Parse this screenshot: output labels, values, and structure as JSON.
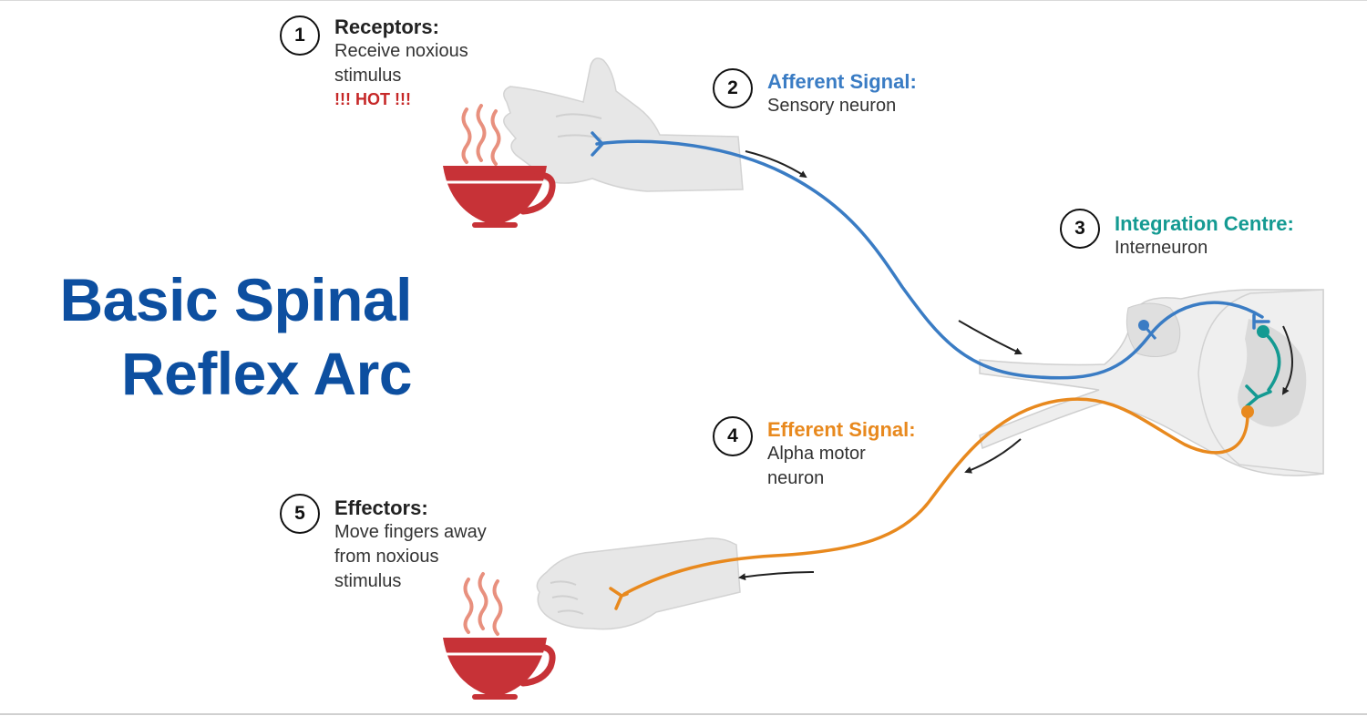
{
  "title": {
    "line1": "Basic Spinal",
    "line2": "Reflex Arc"
  },
  "steps": [
    {
      "number": "1",
      "heading": "Receptors:",
      "body": "Receive noxious\nstimulus",
      "alert": "!!! HOT !!!",
      "color": "#222222"
    },
    {
      "number": "2",
      "heading": "Afferent Signal:",
      "body": "Sensory neuron",
      "color": "#3a7cc4"
    },
    {
      "number": "3",
      "heading": "Integration Centre:",
      "body": "Interneuron",
      "color": "#149a92"
    },
    {
      "number": "4",
      "heading": "Efferent Signal:",
      "body": "Alpha motor\nneuron",
      "color": "#e8891e"
    },
    {
      "number": "5",
      "heading": "Effectors:",
      "body": "Move fingers away\nfrom noxious\nstimulus",
      "color": "#222222"
    }
  ],
  "colors": {
    "title": "#0d4fa0",
    "afferent": "#3a7cc4",
    "interneuron": "#149a92",
    "efferent": "#e8891e",
    "cup": "#c73237",
    "steam": "#e8907e",
    "arm": "#e9e9e9",
    "spinal_cord": "#eeeeee",
    "grey_matter": "#dadada",
    "arrow": "#222222"
  },
  "icons": [
    "coffee-cup-icon",
    "steam-icon",
    "open-hand-icon",
    "fist-hand-icon",
    "spinal-cord-cross-section-icon",
    "flow-arrow-icon"
  ]
}
